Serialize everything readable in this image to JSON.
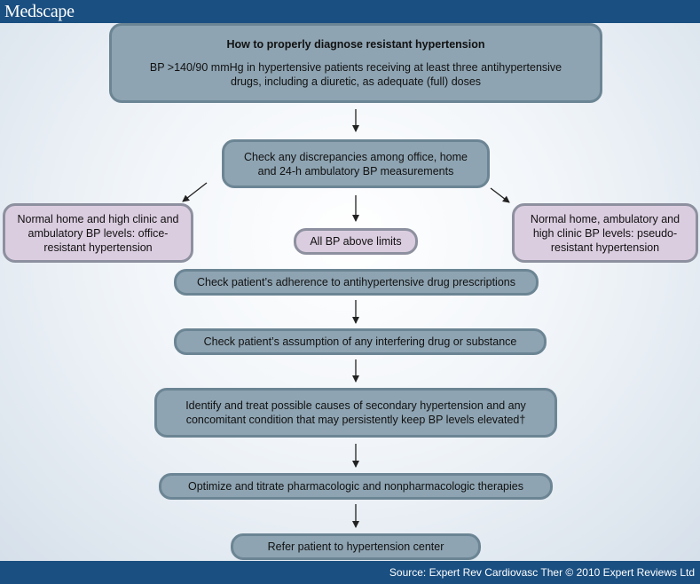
{
  "header": {
    "brand": "Medscape"
  },
  "footer": {
    "source": "Source: Expert Rev Cardiovasc Ther © 2010 Expert Reviews Ltd"
  },
  "diagram": {
    "nodes": {
      "definition": {
        "title": "How to properly diagnose resistant hypertension",
        "text": "BP >140/90 mmHg in hypertensive patients receiving at least three antihypertensive drugs, including a diuretic, as adequate (full) doses"
      },
      "check_discrepancies": {
        "text": "Check any discrepancies among office, home and 24-h ambulatory BP measurements"
      },
      "office_resistant": {
        "text": "Normal home and high clinic and ambulatory BP levels: office-resistant hypertension"
      },
      "all_above": {
        "text": "All BP above limits"
      },
      "pseudo_resistant": {
        "text": "Normal home, ambulatory and high clinic BP levels: pseudo-resistant hypertension"
      },
      "adherence": {
        "text": "Check patient’s adherence to antihypertensive drug prescriptions"
      },
      "interfering": {
        "text": "Check patient’s assumption of any interfering drug or substance"
      },
      "secondary": {
        "text": "Identify and treat possible causes of secondary hypertension and any concomitant condition that may persistently keep BP levels elevated†"
      },
      "optimize": {
        "text": "Optimize and titrate pharmacologic and nonpharmacologic therapies"
      },
      "refer": {
        "text": "Refer patient to hypertension center"
      }
    },
    "edges": [
      {
        "from": "definition",
        "to": "check_discrepancies"
      },
      {
        "from": "check_discrepancies",
        "to": "office_resistant"
      },
      {
        "from": "check_discrepancies",
        "to": "all_above"
      },
      {
        "from": "check_discrepancies",
        "to": "pseudo_resistant"
      },
      {
        "from": "adherence",
        "to": "interfering"
      },
      {
        "from": "interfering",
        "to": "secondary"
      },
      {
        "from": "secondary",
        "to": "optimize"
      },
      {
        "from": "optimize",
        "to": "refer"
      }
    ]
  }
}
